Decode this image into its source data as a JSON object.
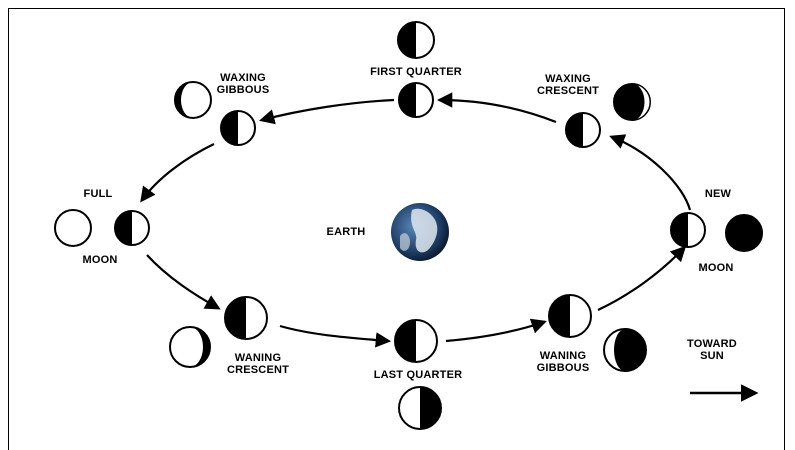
{
  "labels": {
    "first_quarter": "FIRST QUARTER",
    "waxing_gibbous": [
      "WAXING",
      "GIBBOUS"
    ],
    "waxing_crescent": [
      "WAXING",
      "CRESCENT"
    ],
    "full": "FULL",
    "moon_left": "MOON",
    "new": "NEW",
    "moon_right": "MOON",
    "earth": "EARTH",
    "waning_crescent": [
      "WANING",
      "CRESCENT"
    ],
    "last_quarter": "LAST QUARTER",
    "waning_gibbous": [
      "WANING",
      "GIBBOUS"
    ],
    "toward_sun": [
      "TOWARD",
      "SUN"
    ]
  },
  "colors": {
    "ink": "#000000",
    "paper": "#ffffff",
    "earth_ocean": "#2e5a8a",
    "earth_land": "#dfe8ee"
  }
}
